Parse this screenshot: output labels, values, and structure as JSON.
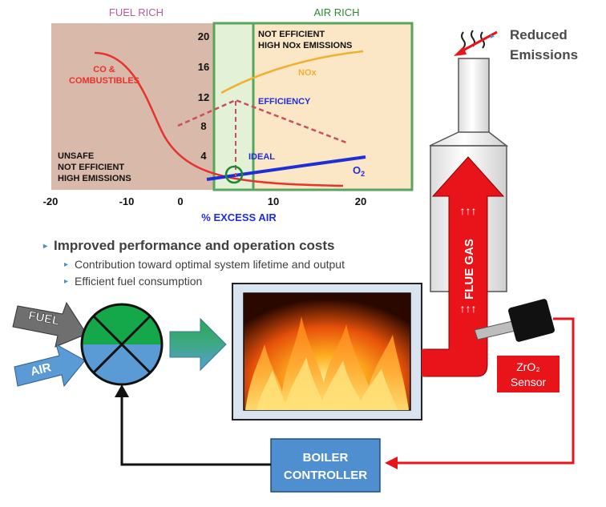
{
  "chart": {
    "header_fuel_rich": "FUEL RICH",
    "header_air_rich": "AIR RICH",
    "xlabel": "% EXCESS AIR",
    "x_ticks": [
      "-20",
      "-10",
      "0",
      "10",
      "20"
    ],
    "y_ticks": [
      "20",
      "16",
      "12",
      "8",
      "4"
    ],
    "annotations": {
      "co": [
        "CO &",
        "COMBUSTIBLES"
      ],
      "unsafe": [
        "UNSAFE",
        "NOT EFFICIENT",
        "HIGH EMISSIONS"
      ],
      "not_efficient": [
        "NOT EFFICIENT",
        "HIGH NOx EMISSIONS"
      ],
      "nox": "NOx",
      "efficiency": "EFFICIENCY",
      "ideal": "IDEAL",
      "o2": "O",
      "o2_sub": "2"
    },
    "colors": {
      "fuel_rich_bg": "#d9b9a9",
      "air_rich_bg": "#fbe7c6",
      "ideal_zone": "#e3f1d6",
      "frame_green": "#58a55c",
      "co_curve": "#e8322e",
      "nox_curve": "#f0b030",
      "o2_curve": "#1f2fd8",
      "efficiency_curve": "#c94f60",
      "fuel_rich_text": "#b85a9c",
      "air_rich_text": "#2f8a2f"
    }
  },
  "bullets": {
    "main": "Improved performance and operation costs",
    "sub": [
      "Contribution toward optimal system lifetime and output",
      "Efficient fuel consumption"
    ]
  },
  "diagram": {
    "fuel_label": "FUEL",
    "air_label": "AIR",
    "flue_gas_label": "FLUE GAS",
    "flue_arrows": "↑↑↑",
    "reduced_emissions": [
      "Reduced",
      "Emissions"
    ],
    "sensor_label": [
      "ZrO₂",
      "Sensor"
    ],
    "controller_label": [
      "BOILER",
      "CONTROLLER"
    ],
    "colors": {
      "stack_red": "#e8141a",
      "controller_blue": "#4f8fd0",
      "mixer_green": "#14a84a",
      "mixer_blue": "#5b9bd5",
      "fuel_grey": "#6f6f6f",
      "air_blue": "#5b9bd5"
    }
  }
}
